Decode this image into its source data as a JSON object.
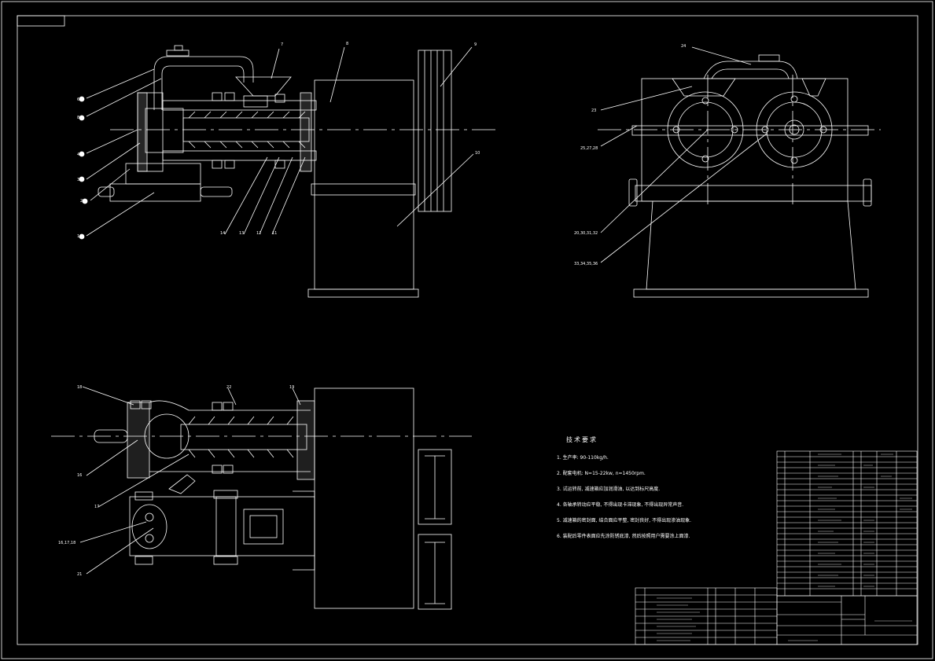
{
  "colors": {
    "background": "#000000",
    "line": "#ffffff"
  },
  "technical_requirements": {
    "title": "技术要求",
    "items": [
      "1. 生产率: 90-110kg/h.",
      "2. 配套电机: N=15-22kw, n=1450rpm.",
      "3. 试运转前, 减速箱应加润滑油, 以达到标尺高度.",
      "4. 各轴承转动应平稳, 不得出现卡滞现象, 不得出现异常声音.",
      "5. 减速箱的密封面, 结合面应平整, 密封良好, 不得出现渗油现象.",
      "6. 装配后零件表面应先涂防锈底漆, 然后按照用户需要涂上面漆."
    ]
  },
  "balloons": {
    "front": [
      "6",
      "8",
      "4",
      "3",
      "2",
      "1",
      "7",
      "8",
      "9",
      "10",
      "14",
      "13",
      "12",
      "11"
    ],
    "side": [
      "24",
      "23",
      "25,27,28",
      "20,30,31,32",
      "33,34,35,36"
    ],
    "top": [
      "18",
      "22",
      "19",
      "16",
      "17",
      "16,17,18",
      "21"
    ]
  }
}
